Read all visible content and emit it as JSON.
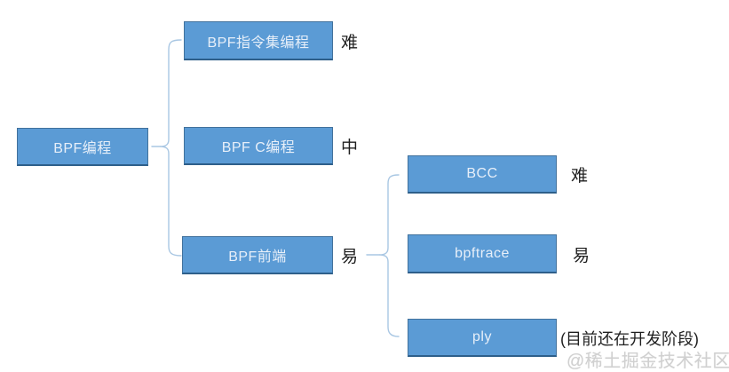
{
  "diagram": {
    "root": {
      "label": "BPF编程"
    },
    "level1": [
      {
        "label": "BPF指令集编程",
        "difficulty": "难"
      },
      {
        "label": "BPF C编程",
        "difficulty": "中"
      },
      {
        "label": "BPF前端",
        "difficulty": "易"
      }
    ],
    "level2": [
      {
        "label": "BCC",
        "difficulty": "难"
      },
      {
        "label": "bpftrace",
        "difficulty": "易"
      },
      {
        "label": "ply",
        "difficulty": "(目前还在开发阶段)"
      }
    ],
    "colors": {
      "box_fill": "#5B9BD5",
      "box_border": "#41719C",
      "box_text": "#E7EFF9",
      "connector": "#A9C7E3",
      "label_text": "#1F1F1F"
    }
  },
  "watermark": {
    "text": "@稀土掘金技术社区"
  }
}
